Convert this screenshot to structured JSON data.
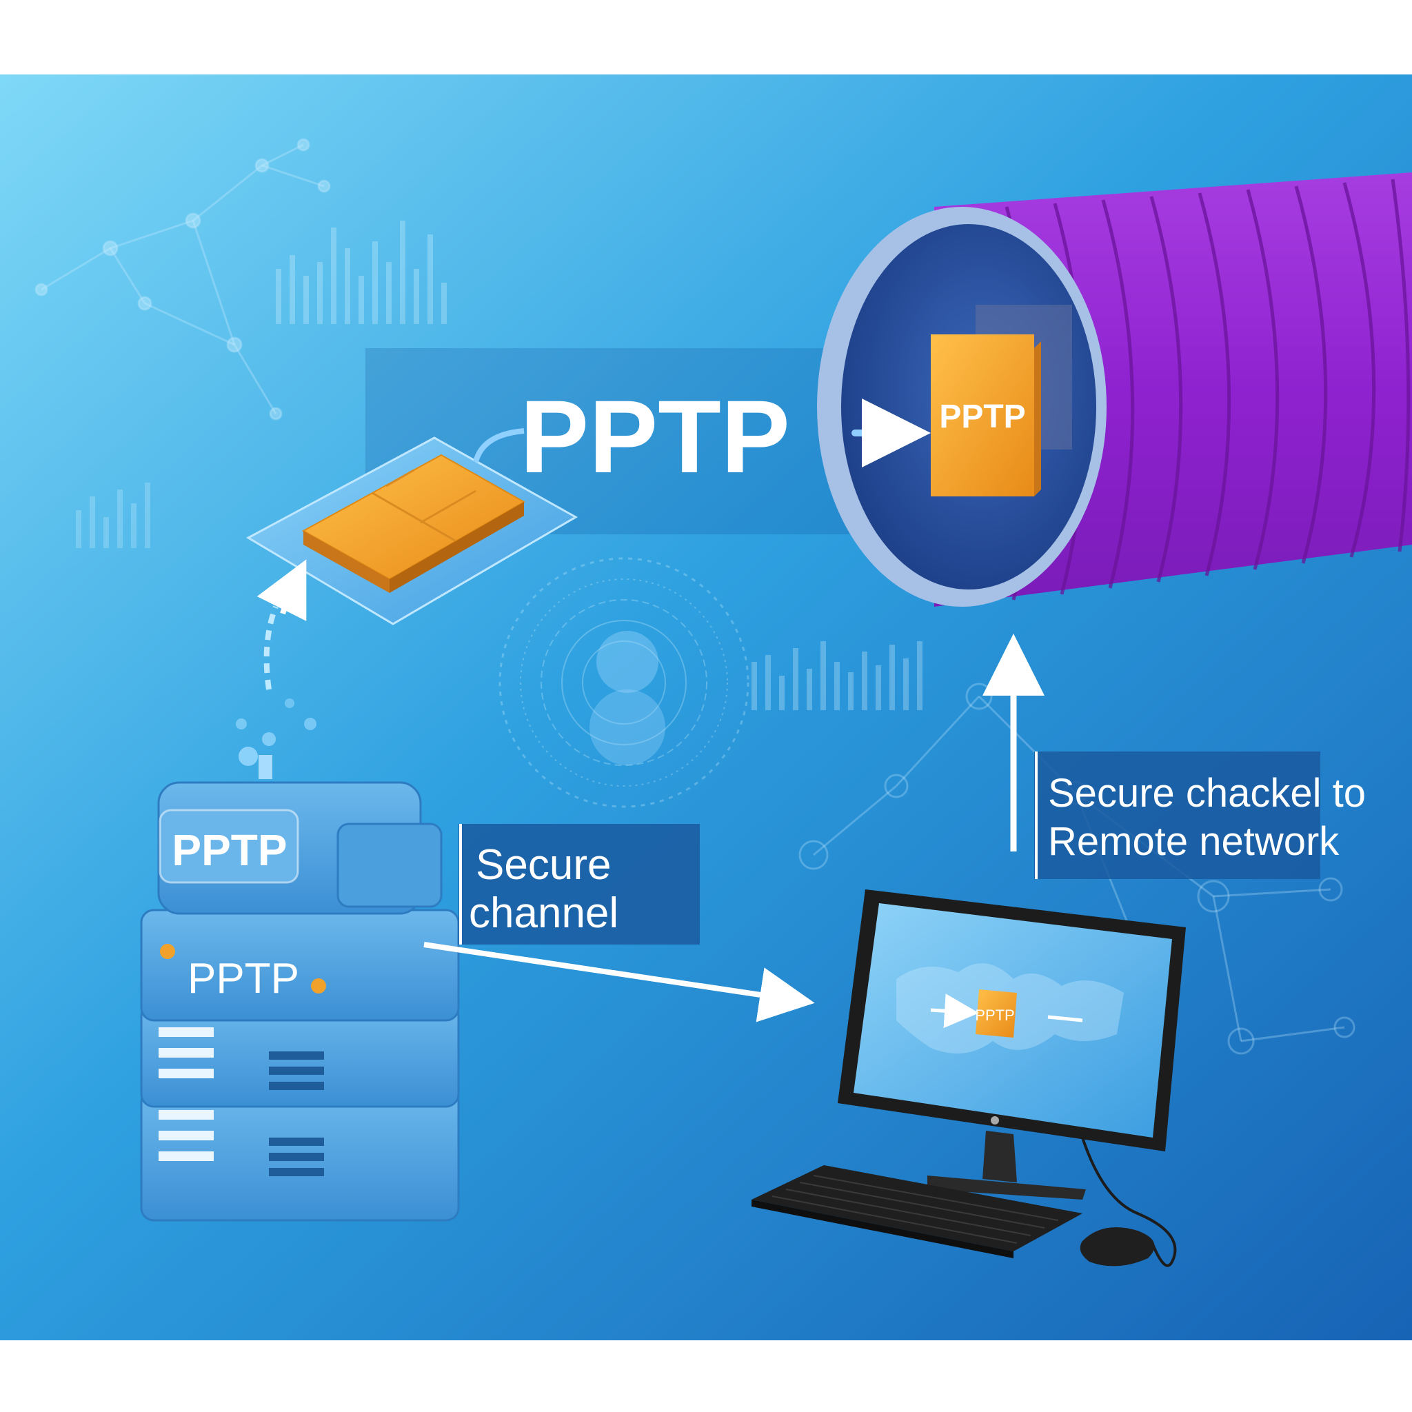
{
  "diagram": {
    "title": "PPTP",
    "tunnel_packet_label": "PPTP",
    "server_top_label": "PPTP",
    "server_mid_label": "PPTP",
    "monitor_packet_label": "PPTP",
    "secure_channel_label_line1": "Secure",
    "secure_channel_label_line2": "channel",
    "remote_label_line1": "Secure chackel to",
    "remote_label_line2": "Remote network"
  },
  "colors": {
    "background_start": "#6fd0f5",
    "background_end": "#1a6fc0",
    "tunnel_purple": "#9b2fd6",
    "packet_orange": "#f2a22a",
    "label_box": "#1a5aa0",
    "server_blue": "#4a9fdc"
  },
  "icons": [
    "network-nodes-icon",
    "bar-chart-icon",
    "chip-icon",
    "server-icon",
    "monitor-icon",
    "keyboard-icon",
    "mouse-icon",
    "tunnel-icon",
    "arrow-icon"
  ]
}
